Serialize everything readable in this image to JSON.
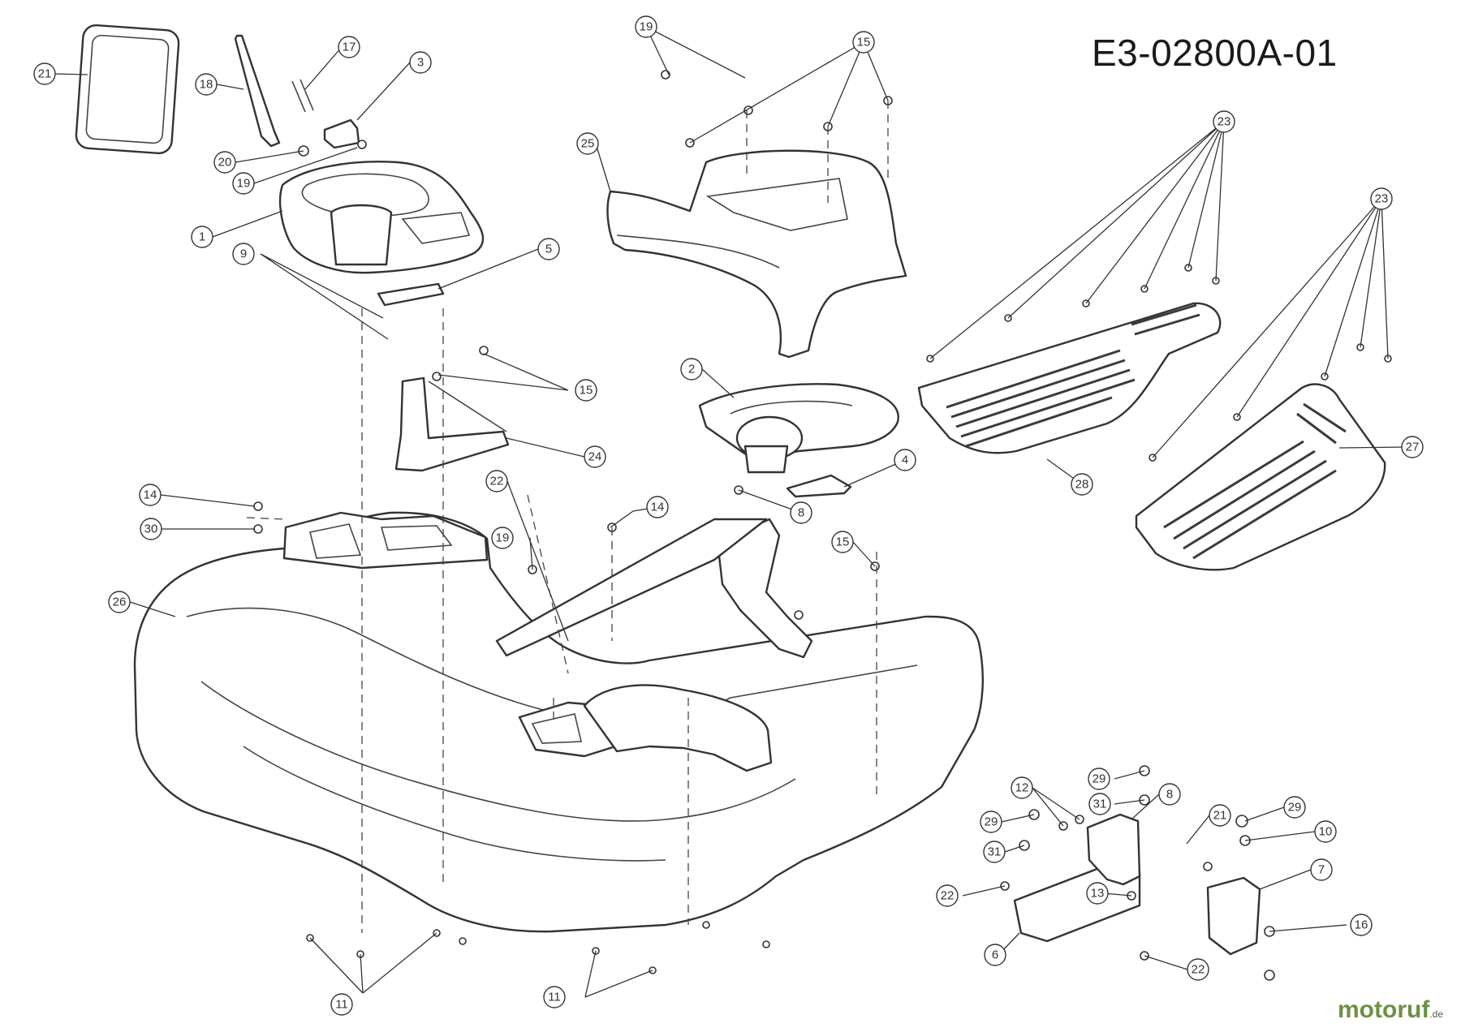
{
  "diagram": {
    "code": "E3-02800A-01",
    "watermark": {
      "main": "motoruf",
      "suffix": ".de"
    },
    "colors": {
      "line": "#333333",
      "background": "#ffffff",
      "watermark_green": "#6f8f43",
      "watermark_orange": "#d98a1c"
    }
  },
  "callouts": [
    {
      "id": "c21a",
      "label": "21"
    },
    {
      "id": "c18",
      "label": "18"
    },
    {
      "id": "c17",
      "label": "17"
    },
    {
      "id": "c3",
      "label": "3"
    },
    {
      "id": "c20",
      "label": "20"
    },
    {
      "id": "c19a",
      "label": "19"
    },
    {
      "id": "c1",
      "label": "1"
    },
    {
      "id": "c9",
      "label": "9"
    },
    {
      "id": "c5",
      "label": "5"
    },
    {
      "id": "c15a",
      "label": "15"
    },
    {
      "id": "c24",
      "label": "24"
    },
    {
      "id": "c19b",
      "label": "19"
    },
    {
      "id": "c15b",
      "label": "15"
    },
    {
      "id": "c25",
      "label": "25"
    },
    {
      "id": "c23a",
      "label": "23"
    },
    {
      "id": "c23b",
      "label": "23"
    },
    {
      "id": "c2",
      "label": "2"
    },
    {
      "id": "c4",
      "label": "4"
    },
    {
      "id": "c28",
      "label": "28"
    },
    {
      "id": "c27",
      "label": "27"
    },
    {
      "id": "c14a",
      "label": "14"
    },
    {
      "id": "c30",
      "label": "30"
    },
    {
      "id": "c22a",
      "label": "22"
    },
    {
      "id": "c14b",
      "label": "14"
    },
    {
      "id": "c8a",
      "label": "8"
    },
    {
      "id": "c15c",
      "label": "15"
    },
    {
      "id": "c19c",
      "label": "19"
    },
    {
      "id": "c26",
      "label": "26"
    },
    {
      "id": "c11a",
      "label": "11"
    },
    {
      "id": "c11b",
      "label": "11"
    },
    {
      "id": "c29a",
      "label": "29"
    },
    {
      "id": "c31a",
      "label": "31"
    },
    {
      "id": "c12",
      "label": "12"
    },
    {
      "id": "c8b",
      "label": "8"
    },
    {
      "id": "c21b",
      "label": "21"
    },
    {
      "id": "c29b",
      "label": "29"
    },
    {
      "id": "c29c",
      "label": "29"
    },
    {
      "id": "c10",
      "label": "10"
    },
    {
      "id": "c31b",
      "label": "31"
    },
    {
      "id": "c7",
      "label": "7"
    },
    {
      "id": "c22b",
      "label": "22"
    },
    {
      "id": "c13",
      "label": "13"
    },
    {
      "id": "c16",
      "label": "16"
    },
    {
      "id": "c6",
      "label": "6"
    },
    {
      "id": "c22c",
      "label": "22"
    }
  ]
}
